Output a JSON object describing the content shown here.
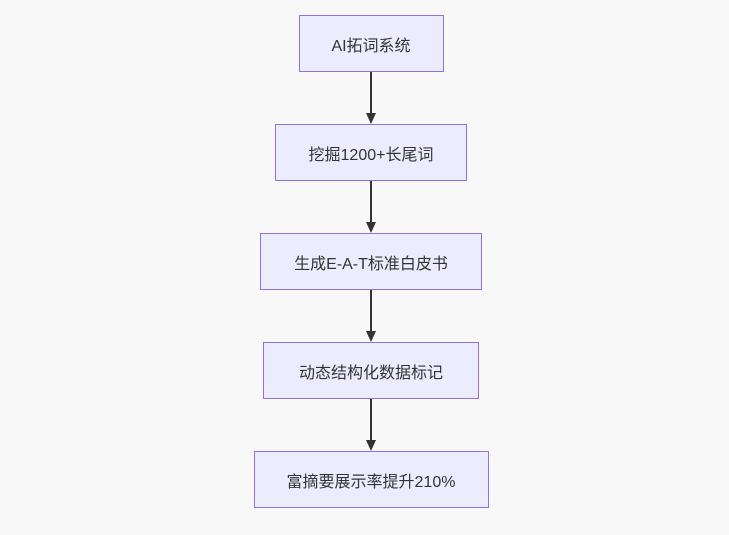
{
  "diagram": {
    "type": "flowchart",
    "direction": "top-down",
    "nodes": [
      {
        "id": "n1",
        "label": "AI拓词系统"
      },
      {
        "id": "n2",
        "label": "挖掘1200+长尾词"
      },
      {
        "id": "n3",
        "label": "生成E-A-T标准白皮书"
      },
      {
        "id": "n4",
        "label": "动态结构化数据标记"
      },
      {
        "id": "n5",
        "label": "富摘要展示率提升210%"
      }
    ],
    "edges": [
      {
        "from": "n1",
        "to": "n2"
      },
      {
        "from": "n2",
        "to": "n3"
      },
      {
        "from": "n3",
        "to": "n4"
      },
      {
        "from": "n4",
        "to": "n5"
      }
    ],
    "colors": {
      "background": "#F8F8F8",
      "node_fill": "#ECECFF",
      "node_border": "#9370DB",
      "text": "#333333",
      "arrow": "#333333"
    }
  }
}
